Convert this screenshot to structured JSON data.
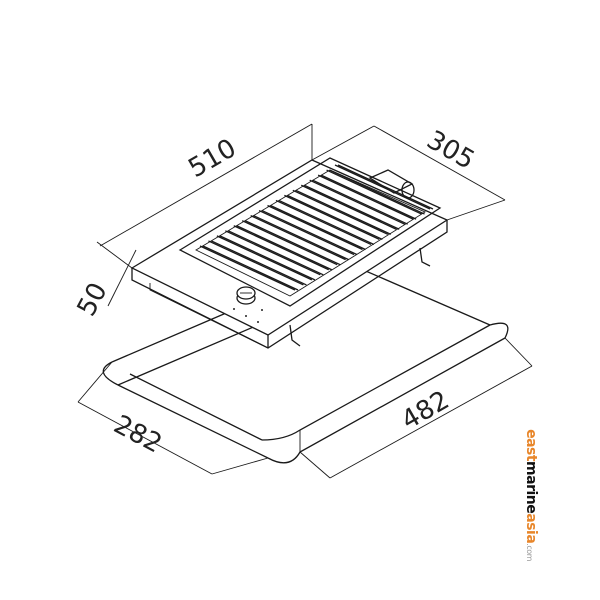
{
  "dimensions": {
    "length": "510",
    "width": "305",
    "height": "50",
    "cutout_width": "282",
    "cutout_length": "482"
  },
  "logo": {
    "part1": "east",
    "part2": "marine",
    "part3": "asia",
    "suffix": ".com",
    "colors": {
      "accent": "#e8862a",
      "dark": "#111111"
    }
  }
}
